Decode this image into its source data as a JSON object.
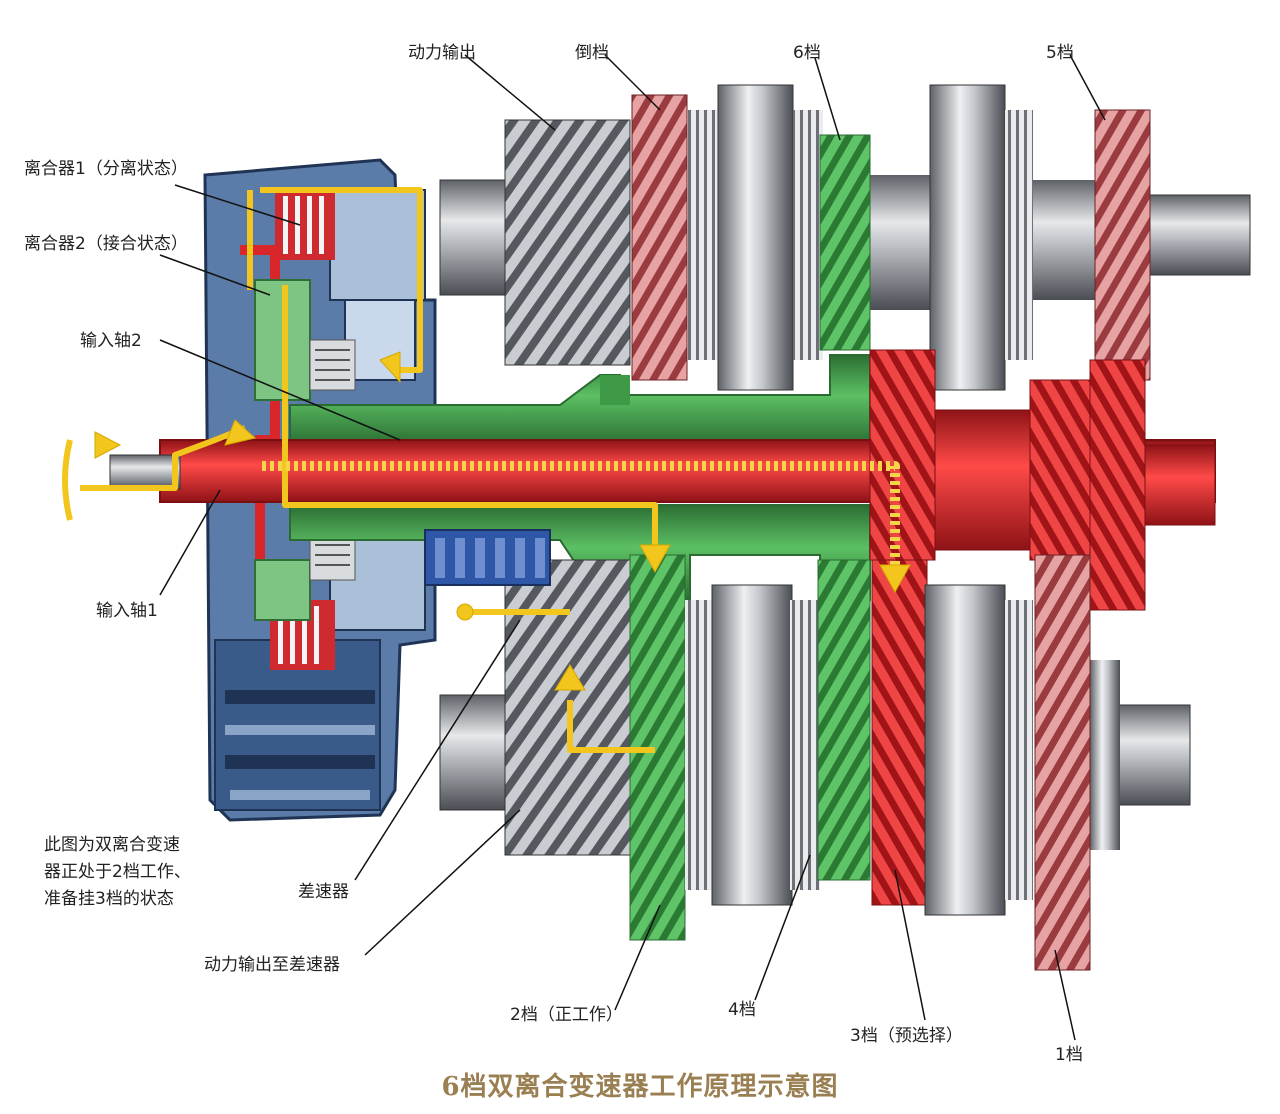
{
  "labels": {
    "power_output": "动力输出",
    "reverse_gear": "倒档",
    "gear6": "6档",
    "gear5": "5档",
    "clutch1": "离合器1（分离状态）",
    "clutch2": "离合器2（接合状态）",
    "input_shaft2": "输入轴2",
    "input_shaft1": "输入轴1",
    "differential": "差速器",
    "power_to_differential": "动力输出至差速器",
    "gear2": "2档（正工作）",
    "gear4": "4档",
    "gear3": "3档（预选择）",
    "gear1": "1档"
  },
  "note": {
    "line1": "此图为双离合变速",
    "line2": "器正处于2档工作、",
    "line3": "准备挂3档的状态"
  },
  "caption": "6档双离合变速器工作原理示意图",
  "colors": {
    "shaft_red": "#d8262a",
    "hollow_green": "#3f9a48",
    "housing_blue": "#2f4f7d",
    "flow_yellow": "#f2c61c",
    "steel_grey": "#9a9ea4",
    "caption_gold": "#9a7f52"
  }
}
